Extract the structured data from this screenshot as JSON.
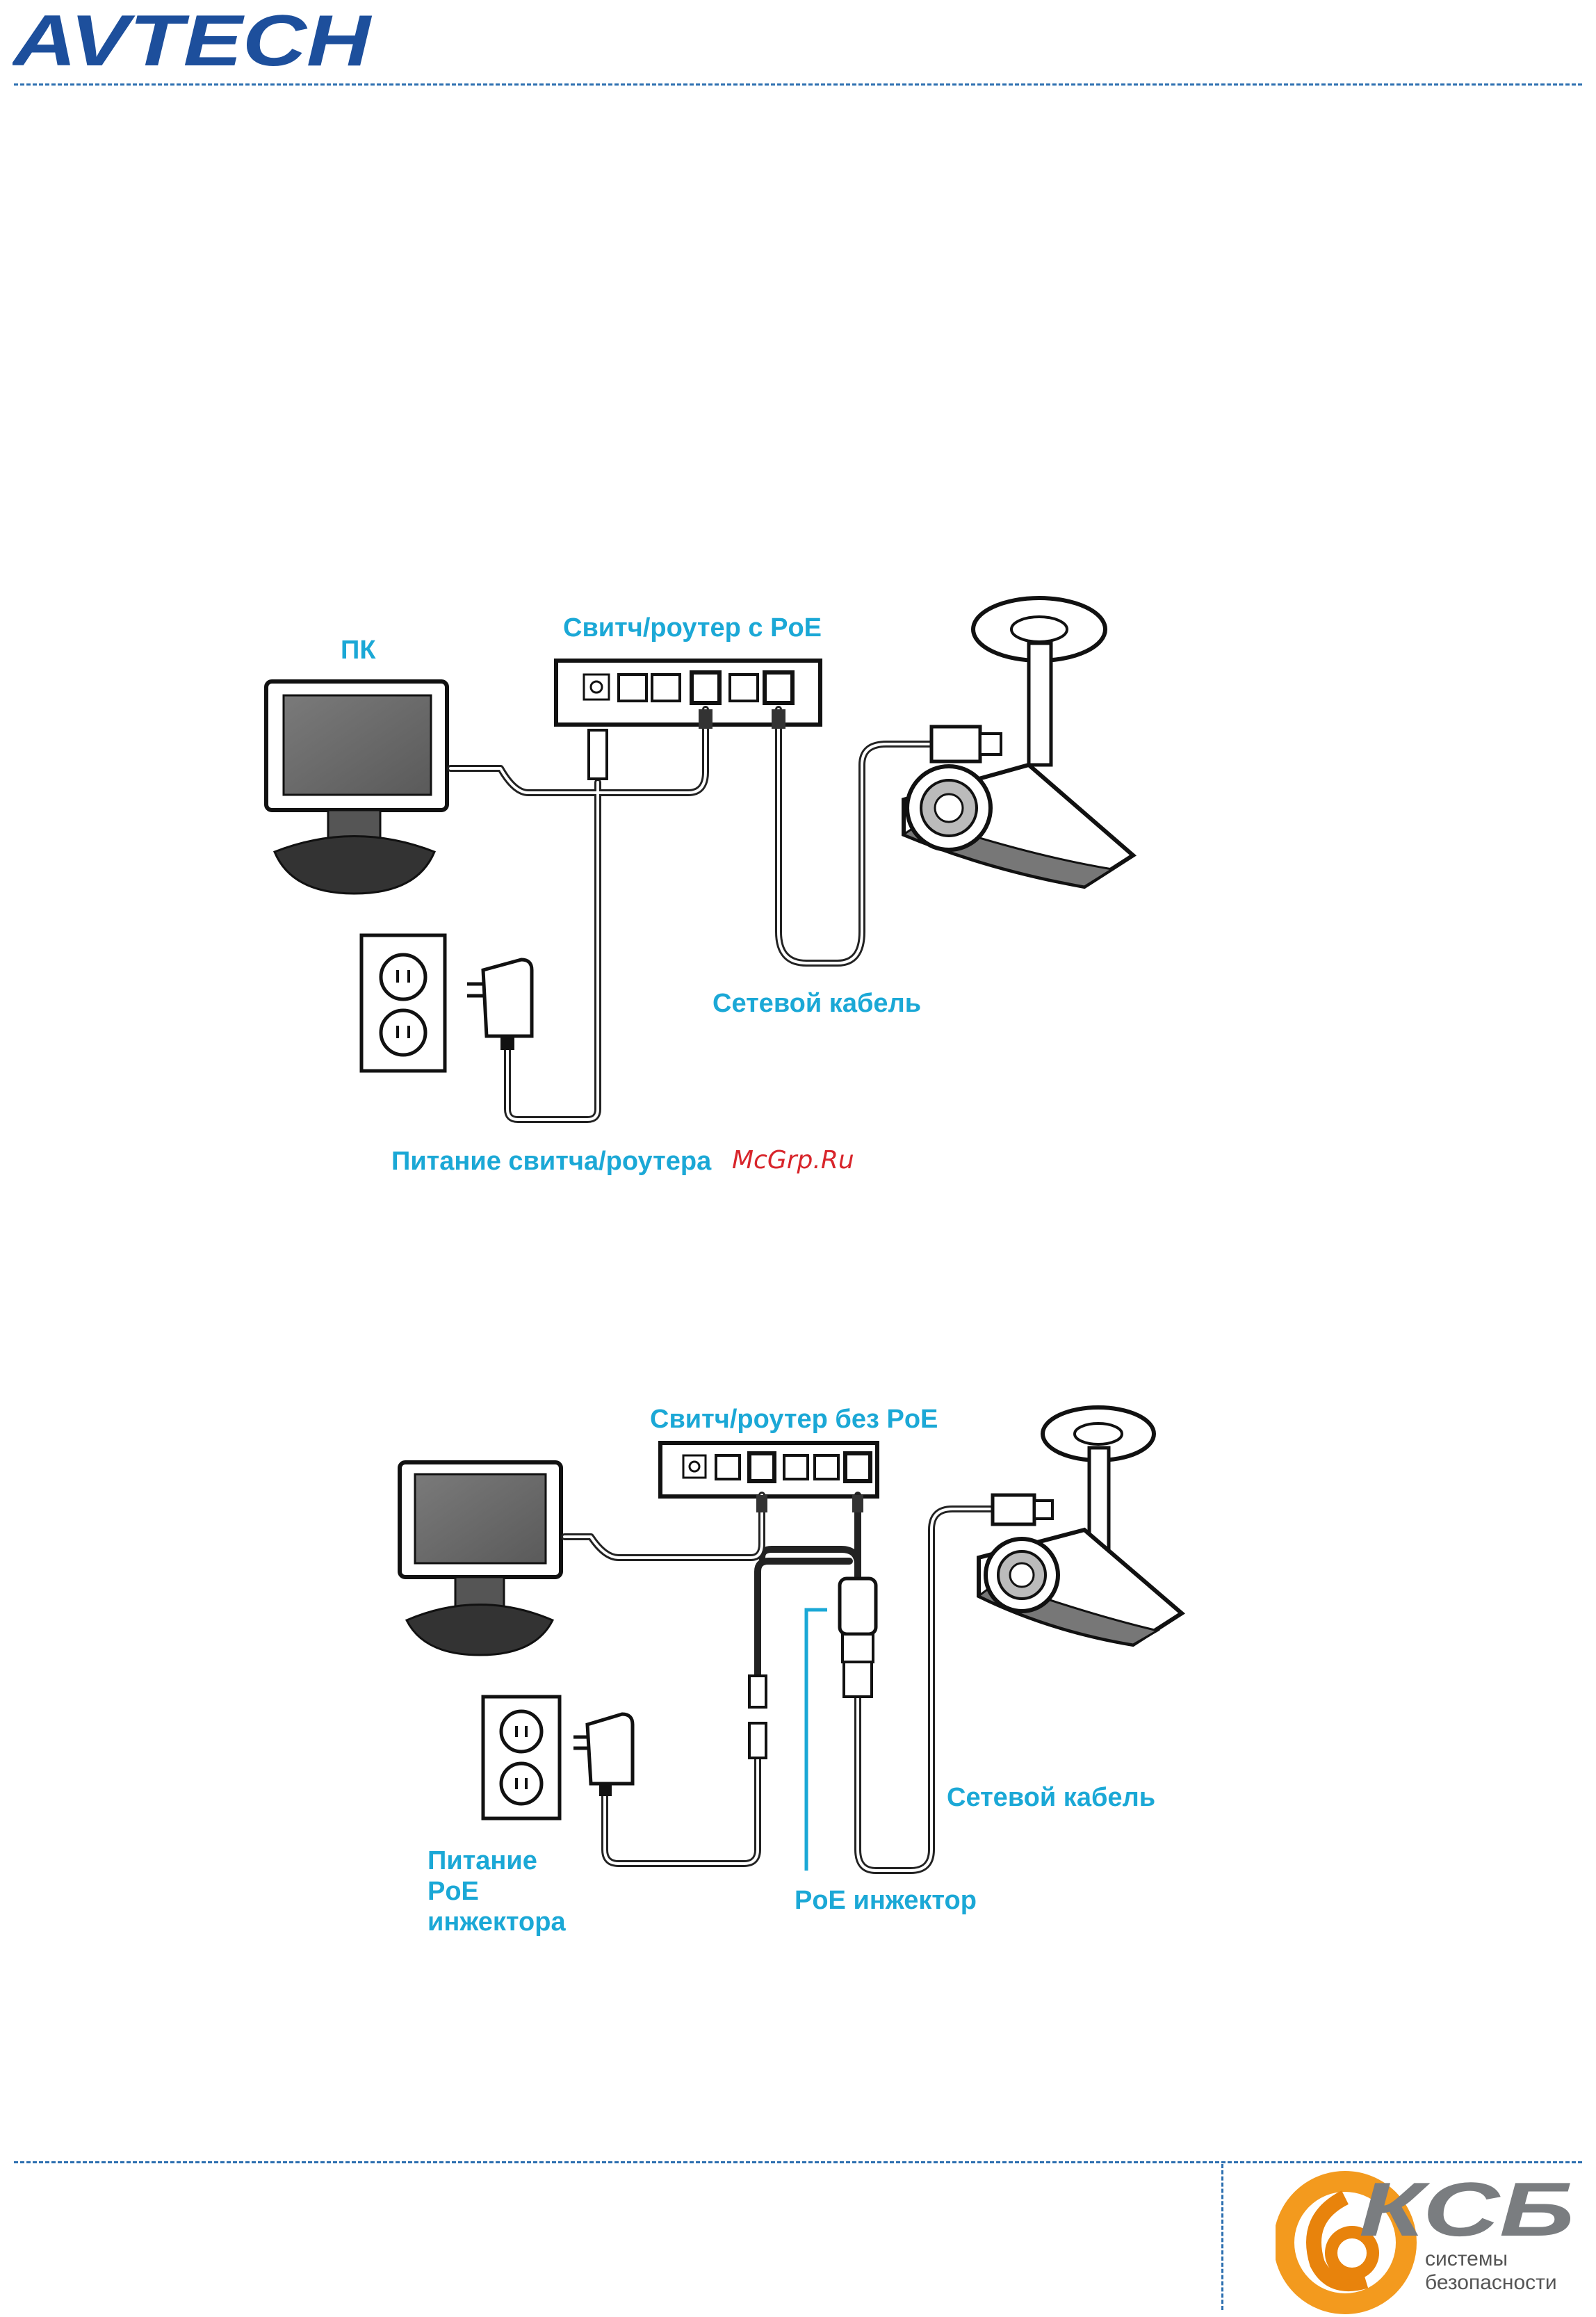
{
  "header": {
    "logo_text": "AVTECH"
  },
  "diagram1": {
    "pc_label": "ПК",
    "switch_label": "Свитч/роутер с PoE",
    "cable_label": "Сетевой кабель",
    "power_label": "Питание свитча/роутера",
    "watermark": "McGrp.Ru"
  },
  "diagram2": {
    "switch_label": "Свитч/роутер без PoE",
    "cable_label": "Сетевой кабель",
    "injector_label": "PoE инжектор",
    "power_label_lines": [
      "Питание",
      "PoE",
      "инжектора"
    ]
  },
  "footer": {
    "logo_text": "КСБ",
    "logo_sub_lines": [
      "системы",
      "безопасности"
    ]
  },
  "colors": {
    "label": "#1ba8d6",
    "rule": "#2c6fb0",
    "brand": "#1d4f9c",
    "ksb_orange": "#f39a1e",
    "watermark": "#d8252b"
  },
  "icons": [
    "monitor-icon",
    "switch-icon",
    "camera-icon",
    "outlet-icon",
    "adapter-icon",
    "injector-icon"
  ]
}
